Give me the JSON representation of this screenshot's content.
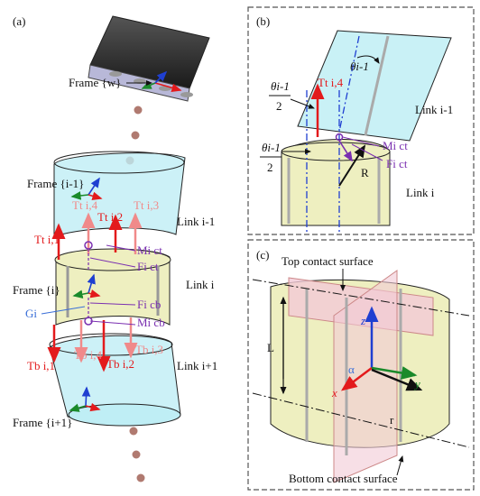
{
  "panels": {
    "a": {
      "label": "(a)"
    },
    "b": {
      "label": "(b)"
    },
    "c": {
      "label": "(c)"
    }
  },
  "panel_a": {
    "frame_w": "Frame {w}",
    "frame_i_minus_1": "Frame {i-1}",
    "frame_i": "Frame {i}",
    "frame_i_plus_1": "Frame {i+1}",
    "link_i_minus_1": "Link i-1",
    "link_i": "Link i",
    "link_i_plus_1": "Link i+1",
    "t_top_1": "Tt i,1",
    "t_top_2": "Tt i,2",
    "t_top_3": "Tt i,3",
    "t_top_4": "Tt i,4",
    "t_bot_1": "Tb i,1",
    "t_bot_2": "Tb i,2",
    "t_bot_3": "Tb i,3",
    "t_bot_4": "Tb i,4",
    "m_ct": "Mi ct",
    "f_ct": "Fi ct",
    "f_cb": "Fi cb",
    "m_cb": "Mi cb",
    "g_i": "Gi"
  },
  "panel_b": {
    "theta_left": "θi-1",
    "theta_left_den": "2",
    "theta_mid": "θi-1",
    "theta_mid_den": "2",
    "theta_right": "θi-1",
    "t_label": "Tt i,4",
    "m_label": "Mi ct",
    "f_label": "Fi ct",
    "r_label": "R",
    "link_upper": "Link i-1",
    "link_lower": "Link i"
  },
  "panel_c": {
    "top_surface": "Top contact surface",
    "bottom_surface": "Bottom contact surface",
    "L": "L",
    "r": "r",
    "z": "z",
    "x": "x",
    "y": "y",
    "alpha": "α"
  },
  "colors": {
    "red": "#e31a1c",
    "pink": "#f08a8a",
    "blue": "#1f3fd1",
    "green": "#1a8a2a",
    "purple": "#7a2fb0",
    "cyan_fill": "#bfeef5",
    "yellow_fill": "#eeefc0",
    "dot": "#b07a70"
  }
}
